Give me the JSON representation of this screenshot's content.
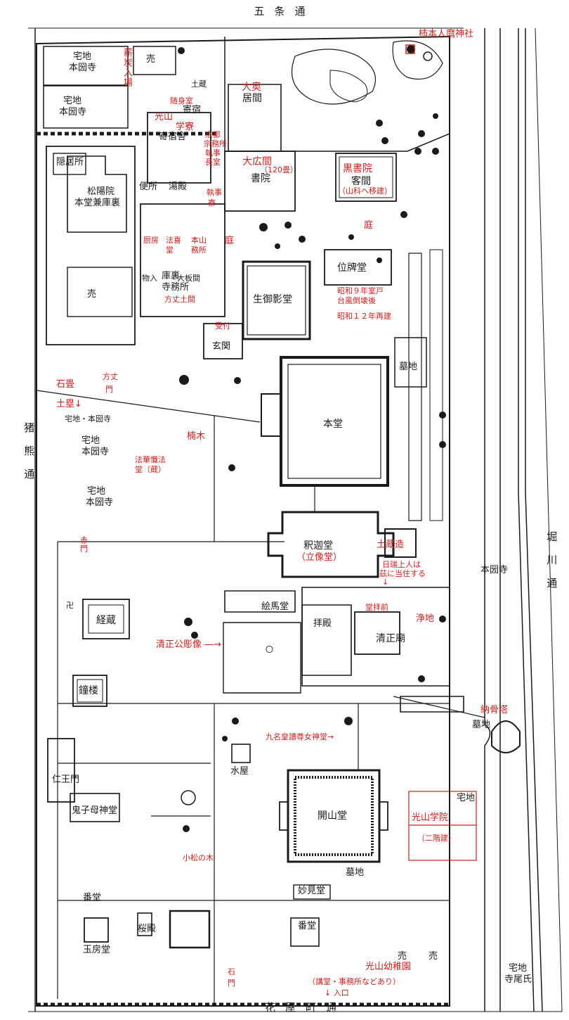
{
  "streets": {
    "north": "五条通",
    "south": "花屋町通",
    "west": "猪熊通",
    "east": "堀川通"
  },
  "buildings": {
    "hondo": "本堂",
    "shakado_1": "釈迦堂",
    "shakado_2": "（立像堂）",
    "kaisando": "開山堂",
    "goeido": "生御影堂",
    "ihaido": "位牌堂",
    "shoin": "書院",
    "kyakuma": "客間",
    "kyozo": "経蔵",
    "shoro": "鐘楼",
    "niomon": "仁王門",
    "kishimojin": "鬼子母神堂",
    "mizuya": "水屋",
    "bando_1": "番堂",
    "bando_2": "番堂",
    "gyokuboudo": "玉房堂",
    "ouden": "桜殿",
    "myokendo": "妙見堂",
    "emado": "絵馬堂",
    "haiden": "拝殿",
    "seishobyo": "清正廟",
    "genkan": "玄関",
    "kuri_1": "庫裏",
    "kuri_2": "寺務所",
    "shoyoin_1": "松陽院",
    "shoyoin_2": "本堂兼庫裏",
    "inkyo": "隠居所",
    "benjo": "便所",
    "yudono": "湯殿",
    "kishukusha": "寄宿舎",
    "kishuku": "寄宿",
    "dozo": "土蔵",
    "kyoma": "居間",
    "mono": "物入",
    "oitama": "大板間"
  },
  "residences": {
    "r1a": "宅地",
    "r1b": "本圀寺",
    "r2a": "宅地",
    "r2b": "本圀寺",
    "r3": "宅地・本圀寺",
    "r4a": "宅地",
    "r4b": "本圀寺",
    "r5a": "宅地",
    "r5b": "本圀寺",
    "r6": "宅地",
    "r7a": "宅地",
    "r7b": "寺尾氏",
    "honkokuji_east": "本圀寺",
    "sale_1": "売",
    "sale_2": "売",
    "sale_3": "売",
    "sale_4": "売"
  },
  "cemeteries": {
    "c1": "墓地",
    "c2": "墓地",
    "c3": "墓地"
  },
  "annotations": {
    "hitomaro": "柿本人麿神社",
    "takiginyujo": "薪炭入場",
    "zuishinshitsu": "随身室",
    "kozan_gakuryo_1": "光山",
    "kozan_gakuryo_2": "学寮",
    "kyoto_shumusho_1": "京都",
    "kyoto_shumusho_2": "宗務所",
    "kyoto_shumusho_3": "執事",
    "kyoto_shumusho_4": "長室",
    "ooku": "大奥",
    "ohiroma": "大広間",
    "tatami": "（120畳）",
    "shitsujiryo_1": "執事",
    "shitsujiryo_2": "寮",
    "kurosho_in": "黒書院",
    "kyakuma_note": "（山科へ移建）",
    "niwa": "庭",
    "niwa_2": "庭",
    "kuri_kitchen": "厨房",
    "hokido_1": "法喜",
    "hokido_2": "堂",
    "honzan_1": "本山",
    "honzan_2": "務所",
    "hojo_doma": "方丈土間",
    "showa9_1": "昭和９年室戸",
    "showa9_2": "台風倒壊後",
    "showa12": "昭和１２年再建",
    "uketsuke": "受付",
    "ishigaki": "石畳",
    "hojomon_1": "方丈",
    "hojomon_2": "門",
    "dorui": "土塁↓",
    "kusunoki": "楠木",
    "hokke_1": "法華懺法",
    "hokke_2": "堂（蔵）",
    "akamon": "赤門",
    "dozozukuri": "土蔵造",
    "nichizui_1": "日瑞上人は",
    "nichizui_2": "茲に当住する",
    "nichizui_arrow": "↓",
    "doyoi": "堂拝前",
    "joji": "浄地",
    "kiyomasa": "清正公彫像 ―→",
    "nokotsuto": "納骨塔",
    "kumei": "九名皇譜尊女神堂→",
    "kozan_gakuin": "光山学院",
    "nikaidate": "（二階建）",
    "komatsu": "小松の木",
    "kozan_yochien": "光山幼稚園",
    "yochien_note": "（講堂・事務所などあり）",
    "iriguchi": "↓ 入口",
    "ishimon_1": "石",
    "ishimon_2": "門",
    "saishu": "卍",
    "stele": "〇"
  },
  "colors": {
    "annotation": "#c8201e",
    "ink": "#1a1a1a",
    "background": "#ffffff"
  }
}
